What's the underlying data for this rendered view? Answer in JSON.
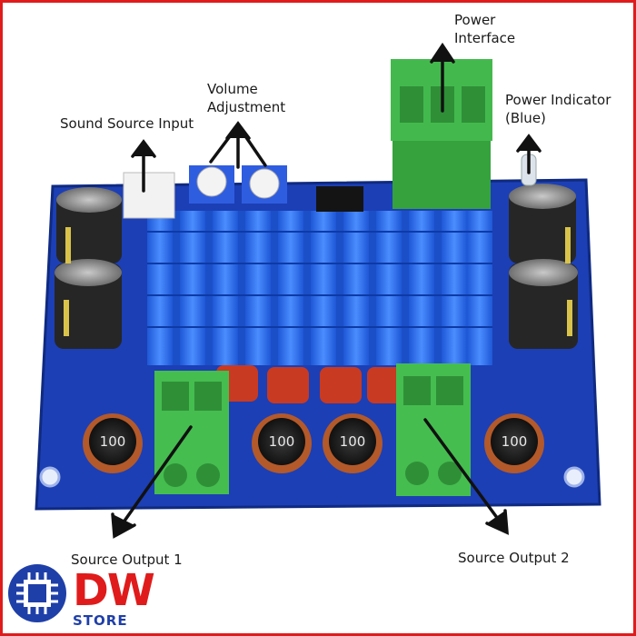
{
  "labels": {
    "sound_source_input": "Sound Source Input",
    "volume_adjustment": "Volume\nAdjustment",
    "power_interface": "Power\nInterface",
    "power_indicator": "Power Indicator\n(Blue)",
    "source_output_1": "Source Output 1",
    "source_output_2": "Source Output 2"
  },
  "inductor_value": "100",
  "logo": {
    "brand": "DW",
    "sub": "STORE"
  },
  "colors": {
    "frame": "#e01b1b",
    "pcb": "#1c3fb5",
    "heatsink": "#2f6ee6",
    "terminal": "#3fb24a",
    "capacitor": "#2a2a2a",
    "logo_red": "#e01b1b",
    "logo_blue": "#1f3fa8"
  }
}
